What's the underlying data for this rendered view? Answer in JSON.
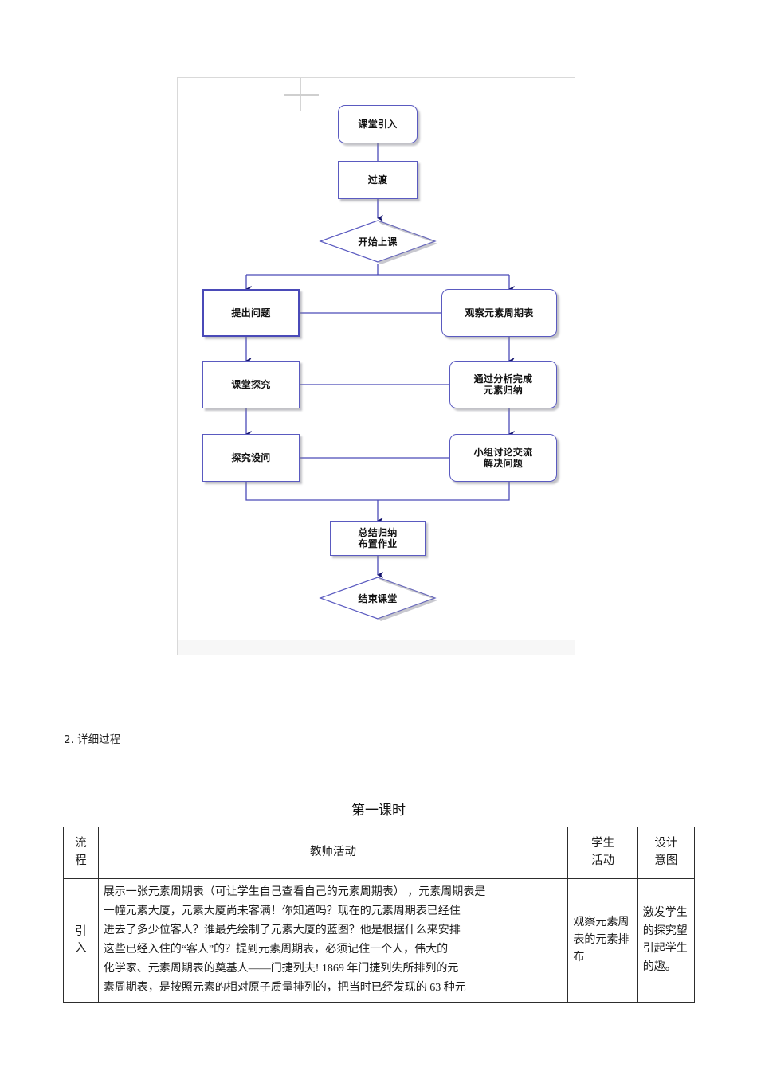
{
  "document": {
    "section_heading": "2. 详细过程",
    "period_title": "第一课时"
  },
  "flowchart": {
    "nodes": [
      {
        "id": "intro",
        "label": "课堂引入",
        "shape": "rounded-rect"
      },
      {
        "id": "transition",
        "label": "过渡",
        "shape": "rect"
      },
      {
        "id": "start-class",
        "label": "开始上课",
        "shape": "diamond"
      },
      {
        "id": "ask",
        "label": "提出问题",
        "shape": "rect"
      },
      {
        "id": "observe",
        "label": "观察元素周期表",
        "shape": "rounded-rect"
      },
      {
        "id": "inquiry",
        "label": "课堂探究",
        "shape": "rect"
      },
      {
        "id": "analyze",
        "label": "通过分析完成\n元素归纳",
        "shape": "rounded-rect"
      },
      {
        "id": "question",
        "label": "探究设问",
        "shape": "rect"
      },
      {
        "id": "discuss",
        "label": "小组讨论交流\n解决问题",
        "shape": "rounded-rect"
      },
      {
        "id": "summary",
        "label": "总结归纳\n布置作业",
        "shape": "rect"
      },
      {
        "id": "end-class",
        "label": "结束课堂",
        "shape": "diamond"
      }
    ],
    "colors": {
      "border": "#5a5ac0",
      "arrow": "#1a1a7a",
      "connector": "#4a4ab8",
      "shadow": "#78788a"
    }
  },
  "table": {
    "headers": [
      "流\n程",
      "教师活动",
      "学生\n活动",
      "设计\n意图"
    ],
    "rows": [
      {
        "flow": "引\n入",
        "teacher": "展示一张元素周期表（可让学生自己查看自己的元素周期表）        ，元素周期表是\n一幢元素大厦，元素大厦尚未客满！你知道吗？现在的元素周期表已经住\n进去了多少位客人？谁最先绘制了元素大厦的蓝图？他是根据什么来安排\n这些已经入住的“客人”的？提到元素周期表，必须记住一个人，伟大的\n化学家、元素周期表的奠基人——门捷列夫!       1869 年门捷列失所排列的元\n素周期表，是按照元素的相对原子质量排列的，把当时已经发现的        63 种元",
        "student": "观察元素周表的元素排布",
        "intent": "激发学生的探究望引起学生的趣。"
      }
    ]
  }
}
